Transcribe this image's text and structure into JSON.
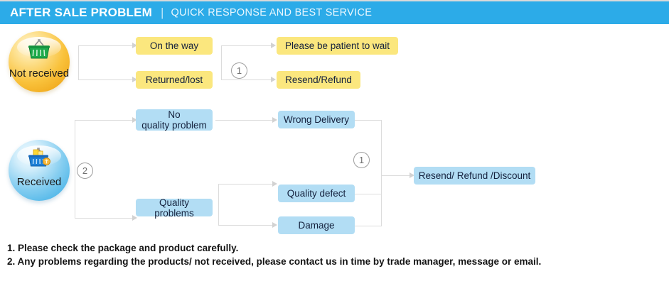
{
  "header": {
    "title": "AFTER SALE PROBLEM",
    "divider": "|",
    "subtitle": "QUICK RESPONSE AND BEST SERVICE",
    "bar_color": "#2cabe8",
    "title_color": "#ffffff"
  },
  "colors": {
    "yellow_box": "#fbe77e",
    "blue_box": "#b2ddf4",
    "connector": "#dcdcdc",
    "text": "#14213d"
  },
  "nodes": {
    "not_received": {
      "label": "Not received",
      "icon": "shopping-basket-icon"
    },
    "received": {
      "label": "Received",
      "icon": "shopping-basket-filled-icon"
    },
    "on_the_way": {
      "label": "On the way"
    },
    "returned_lost": {
      "label": "Returned/lost"
    },
    "please_wait": {
      "label": "Please be patient to wait"
    },
    "resend_refund": {
      "label": "Resend/Refund"
    },
    "no_quality_problem": {
      "label_line1": "No",
      "label_line2": "quality problem"
    },
    "quality_problems": {
      "label": "Quality problems"
    },
    "wrong_delivery": {
      "label": "Wrong Delivery"
    },
    "quality_defect": {
      "label": "Quality defect"
    },
    "damage": {
      "label": "Damage"
    },
    "resend_refund_discount": {
      "label": "Resend/ Refund /Discount"
    }
  },
  "markers": {
    "top_one": "1",
    "left_two": "2",
    "right_one": "1"
  },
  "notes": [
    "1. Please check the package and product carefully.",
    "2. Any problems regarding the products/ not received, please contact us in time by trade manager, message or email."
  ]
}
